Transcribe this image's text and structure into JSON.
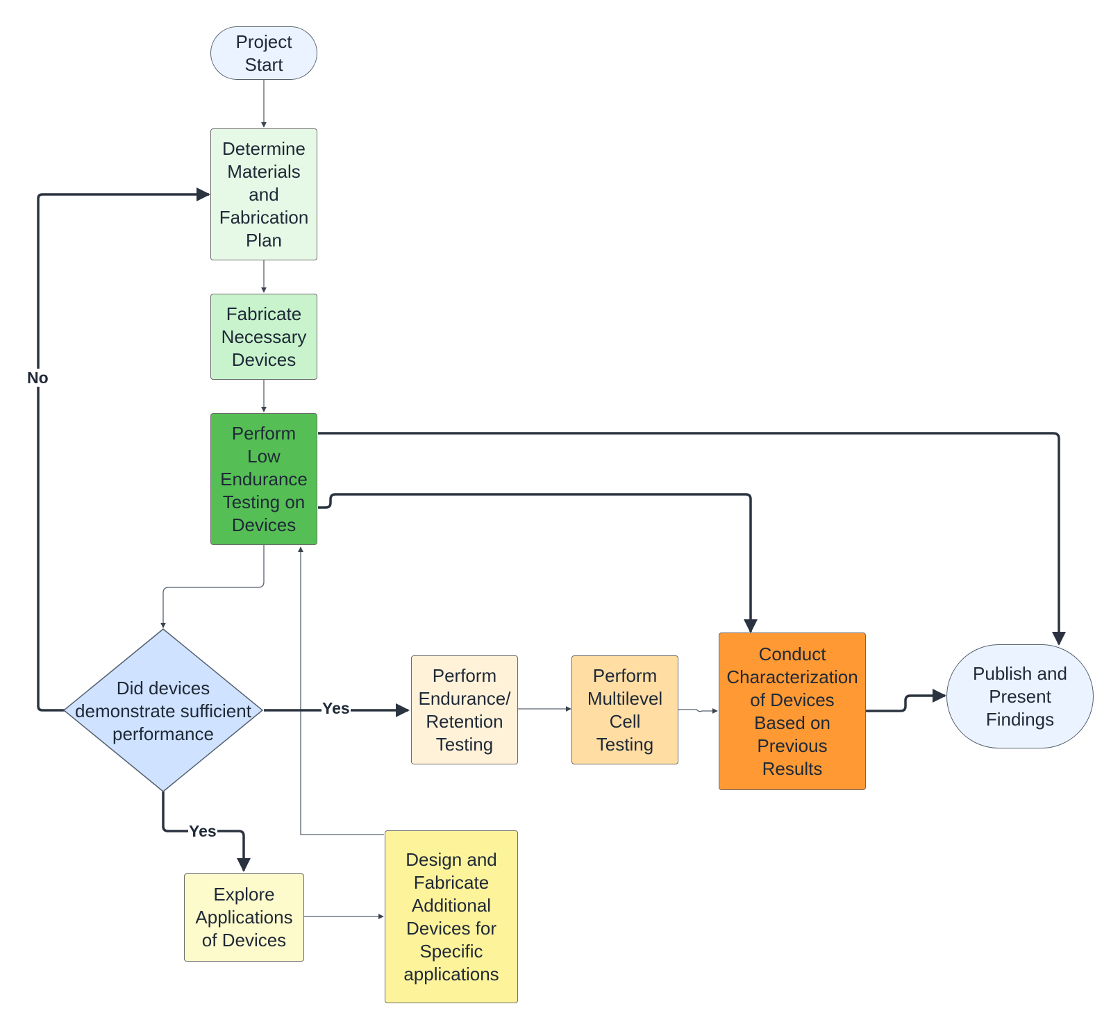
{
  "nodes": {
    "start": {
      "label": "Project\nStart",
      "fill": "#eaf3ff"
    },
    "determine": {
      "label": "Determine\nMaterials\nand\nFabrication\nPlan",
      "fill": "#e6f9e6"
    },
    "fabricate": {
      "label": "Fabricate\nNecessary\nDevices",
      "fill": "#c8f3cc"
    },
    "low_endurance": {
      "label": "Perform\nLow\nEndurance\nTesting on\nDevices",
      "fill": "#55bf55"
    },
    "decision": {
      "label": "Did devices\ndemonstrate sufficient\nperformance",
      "fill": "#cfe2ff"
    },
    "endurance_retention": {
      "label": "Perform\nEndurance/\nRetention\nTesting",
      "fill": "#fff2d9"
    },
    "multilevel": {
      "label": "Perform\nMultilevel\nCell\nTesting",
      "fill": "#ffdda3"
    },
    "characterization": {
      "label": "Conduct\nCharacterization\nof Devices\nBased on\nPrevious\nResults",
      "fill": "#ff9933"
    },
    "publish": {
      "label": "Publish and\nPresent\nFindings",
      "fill": "#eaf3ff"
    },
    "explore": {
      "label": "Explore\nApplications\nof Devices",
      "fill": "#fdfacc"
    },
    "design": {
      "label": "Design and\nFabricate\nAdditional\nDevices for\nSpecific\napplications",
      "fill": "#fdf39a"
    }
  },
  "edge_labels": {
    "no": "No",
    "yes_right": "Yes",
    "yes_down": "Yes"
  },
  "colors": {
    "thin_line": "#55606e",
    "thick_line": "#2b3340"
  }
}
